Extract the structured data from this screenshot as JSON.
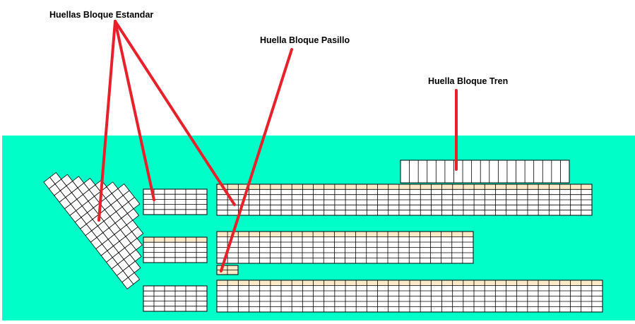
{
  "labels": {
    "estandar": "Huellas Bloque Estandar",
    "pasillo": "Huella Bloque Pasillo",
    "tren": "Huella Bloque Tren"
  },
  "colors": {
    "water": "#00ffc8",
    "pointer": "#e8202a",
    "cell_fill": "#ffffff",
    "cell_alt_fill": "#fbe9c8",
    "cell_stroke": "#000000"
  }
}
